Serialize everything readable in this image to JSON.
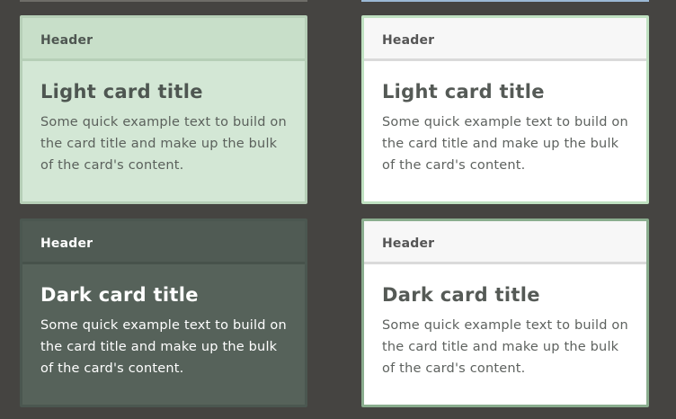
{
  "cards": [
    {
      "header": "Header",
      "title": "Light card title",
      "text": "Some quick example text to build on the card title and make up the bulk of the card's content."
    },
    {
      "header": "Header",
      "title": "Light card title",
      "text": "Some quick example text to build on the card title and make up the bulk of the card's content."
    },
    {
      "header": "Header",
      "title": "Dark card title",
      "text": "Some quick example text to build on the card title and make up the bulk of the card's content."
    },
    {
      "header": "Header",
      "title": "Dark card title",
      "text": "Some quick example text to build on the card title and make up the bulk of the card's content."
    }
  ],
  "colors": {
    "page_background": "#454441",
    "light_fill": "#d3e7d5",
    "light_border": "#bfe1c1",
    "dark_fill": "#56625a",
    "dark_border": "#8aad8e"
  }
}
